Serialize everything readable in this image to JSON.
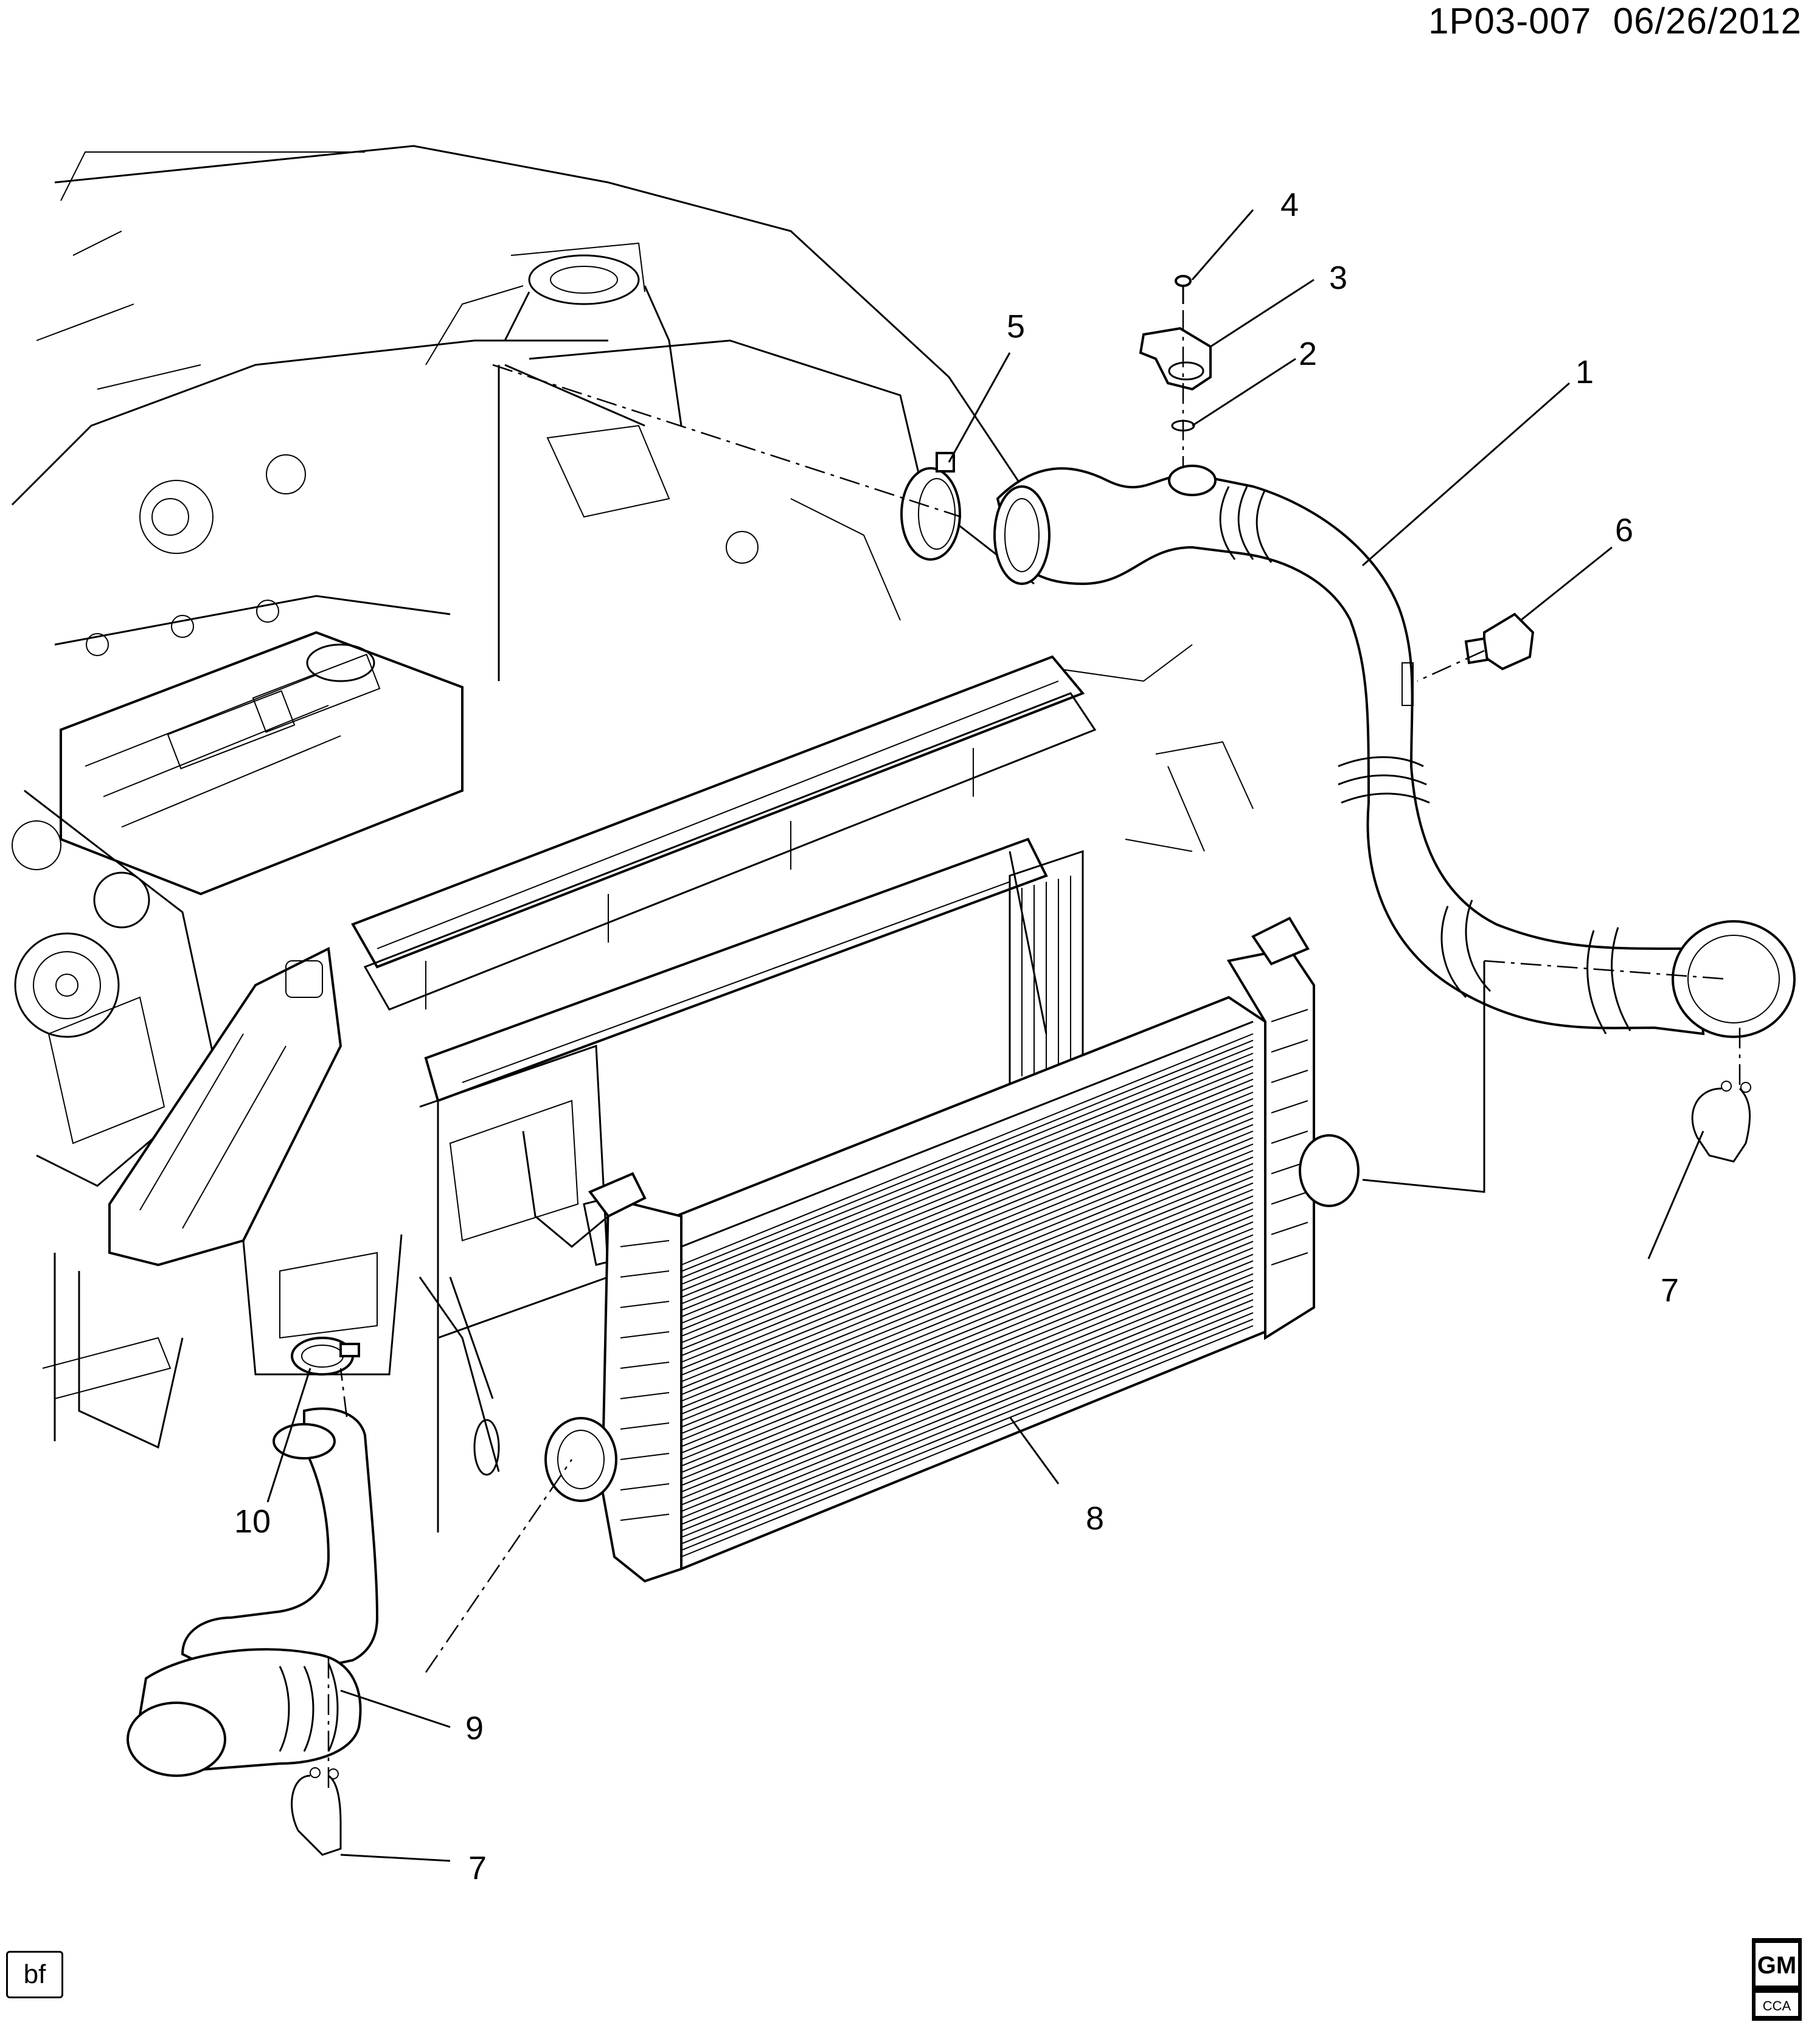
{
  "header": {
    "part_id": "1P03-007",
    "date": "06/26/2012"
  },
  "footer": {
    "initials": "bf",
    "logo_text": "GM",
    "logo_subtext": "CCA"
  },
  "callouts": [
    "1",
    "2",
    "3",
    "4",
    "5",
    "6",
    "7",
    "7",
    "8",
    "9",
    "10"
  ]
}
